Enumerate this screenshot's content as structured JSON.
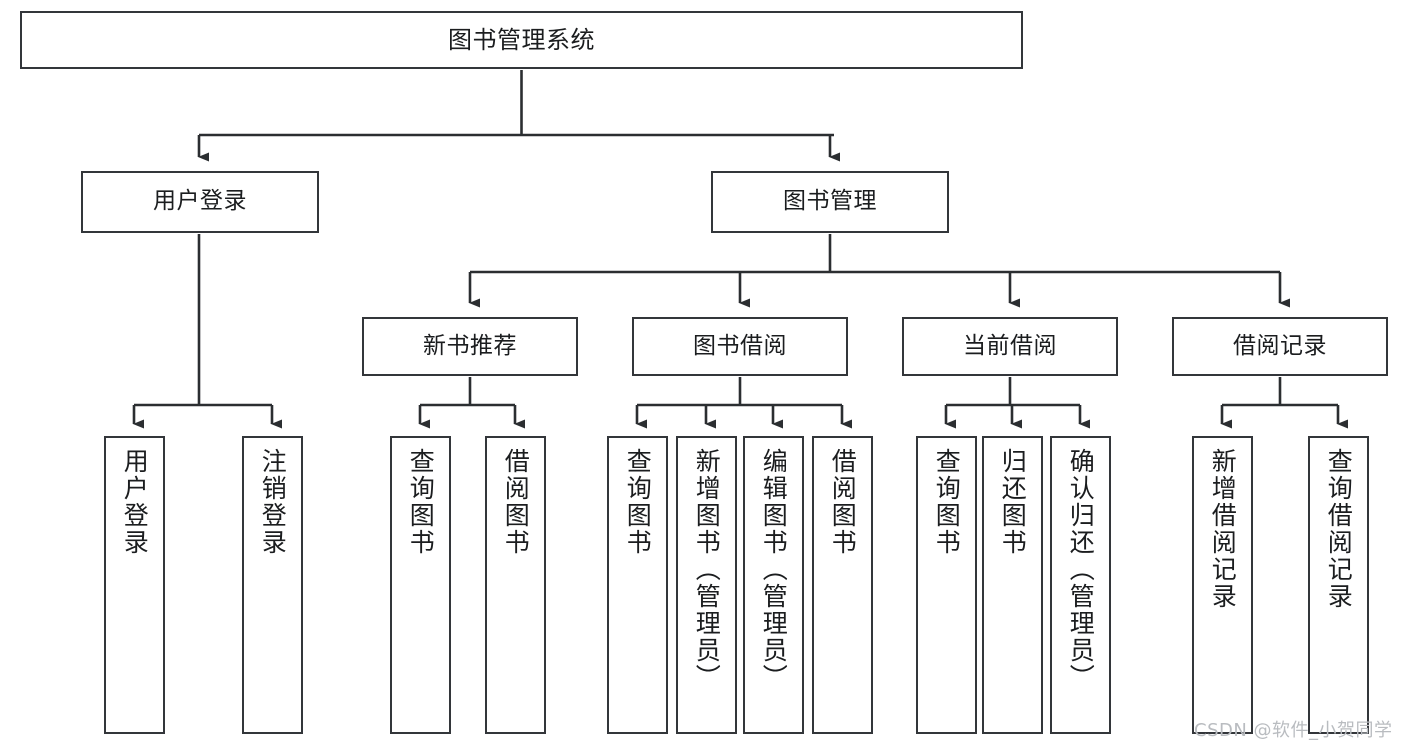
{
  "diagram": {
    "title": "图书管理系统",
    "type": "tree-hierarchy",
    "theme": {
      "background": "#ffffff",
      "box_border": "#33363a",
      "box_fill": "#ffffff",
      "text": "#1b1d1f",
      "edge": "#2b2e31",
      "watermark": "#b9bcc0"
    },
    "watermark": "CSDN @软件_小贺同学",
    "root": {
      "label": "图书管理系统",
      "children": [
        {
          "label": "用户登录",
          "children": [
            {
              "label": "用户登录"
            },
            {
              "label": "注销登录"
            }
          ]
        },
        {
          "label": "图书管理",
          "children": [
            {
              "label": "新书推荐",
              "children": [
                {
                  "label": "查询图书"
                },
                {
                  "label": "借阅图书"
                }
              ]
            },
            {
              "label": "图书借阅",
              "children": [
                {
                  "label": "查询图书"
                },
                {
                  "label": "新增图书（管理员）"
                },
                {
                  "label": "编辑图书（管理员）"
                },
                {
                  "label": "借阅图书"
                }
              ]
            },
            {
              "label": "当前借阅",
              "children": [
                {
                  "label": "查询图书"
                },
                {
                  "label": "归还图书"
                },
                {
                  "label": "确认归还（管理员）"
                }
              ]
            },
            {
              "label": "借阅记录",
              "children": [
                {
                  "label": "新增借阅记录"
                },
                {
                  "label": "查询借阅记录"
                }
              ]
            }
          ]
        }
      ]
    },
    "nodes": {
      "root": "图书管理系统",
      "l1_user_login": "用户登录",
      "l1_book_mgmt": "图书管理",
      "l2_new_book": "新书推荐",
      "l2_borrow": "图书借阅",
      "l2_current": "当前借阅",
      "l2_record": "借阅记录",
      "leaf_user_login": "用户登录",
      "leaf_logout": "注销登录",
      "leaf_nb_query": "查询图书",
      "leaf_nb_borrow": "借阅图书",
      "leaf_bb_query": "查询图书",
      "leaf_bb_add": "新增图书（管理员）",
      "leaf_bb_edit": "编辑图书（管理员）",
      "leaf_bb_borrow": "借阅图书",
      "leaf_cb_query": "查询图书",
      "leaf_cb_return": "归还图书",
      "leaf_cb_confirm": "确认归还（管理员）",
      "leaf_br_add": "新增借阅记录",
      "leaf_br_query": "查询借阅记录"
    }
  }
}
